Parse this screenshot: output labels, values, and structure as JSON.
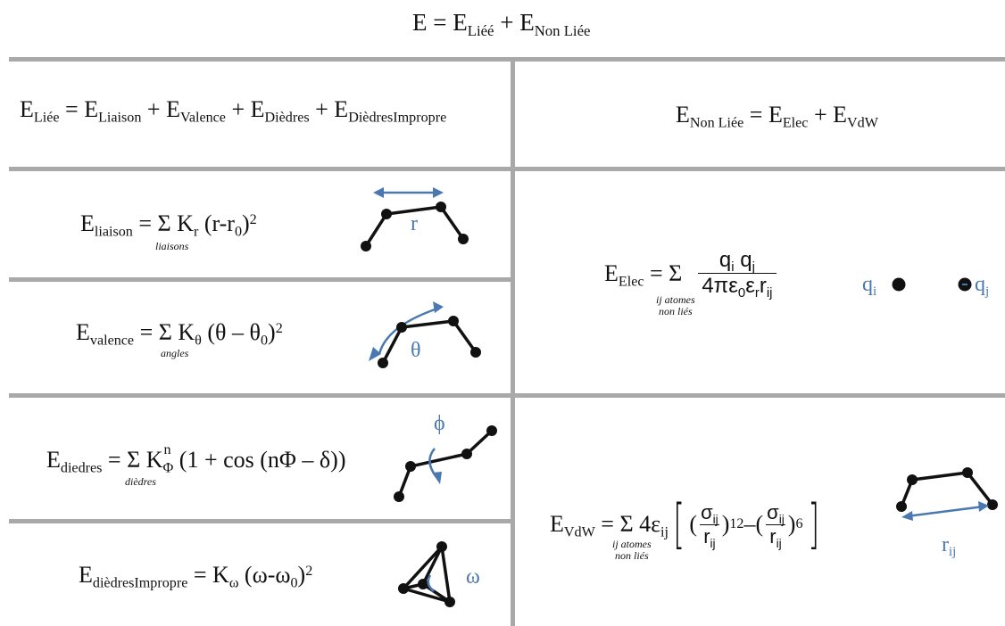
{
  "title": {
    "E": "E",
    "eq": " = ",
    "E1": "E",
    "s1": "Liéé",
    "plus": " + ",
    "E2": "E",
    "s2": "Non Liée"
  },
  "bonded_sum": {
    "E": "E",
    "sub": "Liée",
    "eq": " = ",
    "terms": [
      {
        "E": "E",
        "sub": "Liaison",
        "op": " + "
      },
      {
        "E": "E",
        "sub": "Valence",
        "op": " + "
      },
      {
        "E": "E",
        "sub": "Dièdres",
        "op": " + "
      },
      {
        "E": "E",
        "sub": "DièdresImpropre",
        "op": ""
      }
    ]
  },
  "nonbonded_sum": {
    "E": "E",
    "sub": "Non Liée",
    "eq": " = ",
    "terms": [
      {
        "E": "E",
        "sub": "Elec",
        "op": " + "
      },
      {
        "E": "E",
        "sub": "VdW",
        "op": ""
      }
    ]
  },
  "liaison": {
    "E": "E",
    "sub": "liaison",
    "eq": " = Σ K",
    "ksub": "r",
    "body": " (r-r",
    "zero": "0",
    "close": ")",
    "pow": "2",
    "under": "liaisons",
    "label": "r"
  },
  "valence": {
    "E": "E",
    "sub": "valence",
    "eq": " = Σ K",
    "ksub": "θ",
    "body": " (θ – θ",
    "zero": "0",
    "close": ")",
    "pow": "2",
    "under": "angles",
    "label": "θ"
  },
  "diedres": {
    "E": "E",
    "sub": "diedres",
    "eq": " = Σ K",
    "ksub": "Φ",
    "ksup": "n",
    "body": " (1 + cos (nΦ – δ))",
    "under": "dièdres",
    "label": "ϕ"
  },
  "impropre": {
    "E": "E",
    "sub": "dièdresImpropre",
    "eq": " = K",
    "ksub": "ω",
    "body": " (ω-ω",
    "zero": "0",
    "close": ")",
    "pow": "2",
    "label": "ω"
  },
  "elec": {
    "E": "E",
    "sub": "Elec",
    "eq": " = Σ",
    "num_q1": "q",
    "num_i": "i",
    "num_q2": " q",
    "num_j": "j",
    "den_a": "4πε",
    "den_0": "0",
    "den_e": "ε",
    "den_r": "r",
    "den_rr": "r",
    "den_ij": "ij",
    "under1": "ij atomes",
    "under2": "non liés",
    "qi": "q",
    "qi_sub": "i",
    "qj": "q",
    "qj_sub": "j"
  },
  "vdw": {
    "E": "E",
    "sub": "VdW",
    "eq": " = Σ 4ε",
    "eps_sub": "ij",
    "open_paren": "( ",
    "sigma": "σ",
    "sig_sub": "ij",
    "r": "r",
    "r_sub": "ij",
    "close_paren": " )",
    "pow12": "12",
    "minus": " – ",
    "pow6": "6",
    "under1": "ij atomes",
    "under2": "non liés",
    "label": "r",
    "label_sub": "ij"
  }
}
